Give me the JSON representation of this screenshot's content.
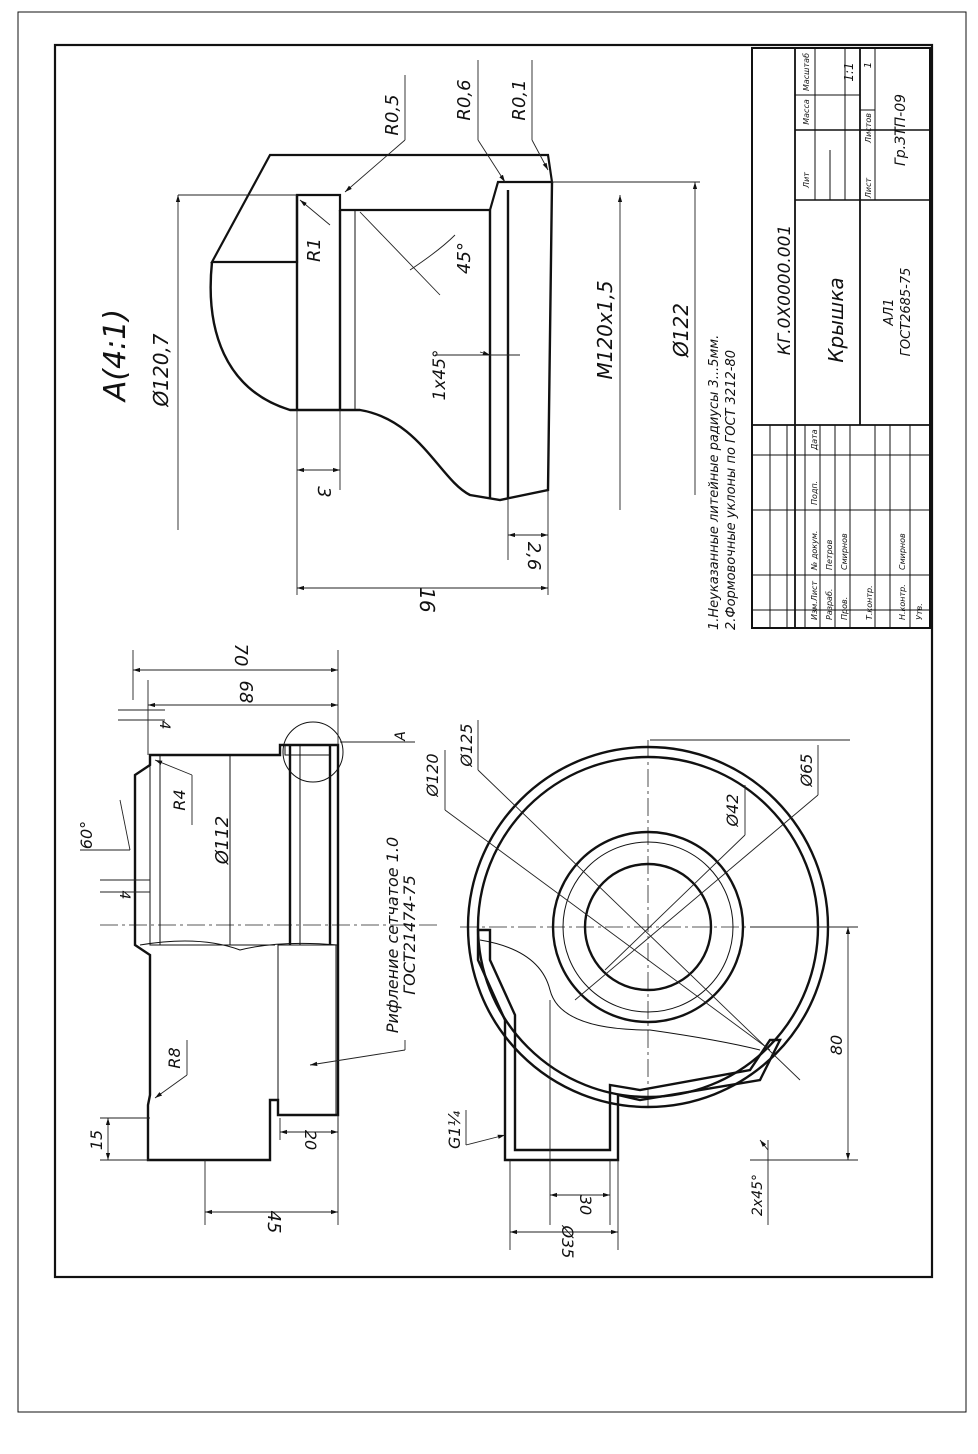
{
  "detail_view": {
    "label": "A(4:1)",
    "radii": [
      "R0,5",
      "R0,6",
      "R0,1",
      "R1"
    ],
    "angle": "45°",
    "chamfer": "1x45°",
    "thread": "M120x1,5",
    "dia_outer": "Ø122",
    "dia_inner": "Ø120,7",
    "dim_3": "3",
    "dim_2_6": "2,6",
    "dim_16": "16"
  },
  "notes": [
    "1.Неуказанные литейные радиусы 3...5мм.",
    "2.Формовочные уклоны по ГОСТ 3212-80"
  ],
  "title_block": {
    "designation": "КГ.0Х0000.001",
    "name": "Крышка",
    "material_line1": "АЛ1",
    "material_line2": "ГОСТ2685-75",
    "group": "Гр.ЗТП-09",
    "scale": "1:1",
    "sheets": "1",
    "col_lit": "Лит",
    "col_mass": "Масса",
    "col_scale": "Масштаб",
    "col_sheet": "Лист",
    "col_sheets": "Листов",
    "rows": {
      "izm": "Изм.Лист",
      "ndoc": "№ докум.",
      "podp": "Подп.",
      "data": "Дата",
      "razrab": "Разраб.",
      "prov": "Пров.",
      "tkontr": "Т.контр.",
      "nkontr": "Н.контр.",
      "utv": "Утв.",
      "petrov": "Петров",
      "smirnov1": "Смирнов",
      "smirnov2": "Смирнов"
    }
  },
  "front_view": {
    "dim_70": "70",
    "dim_68": "68",
    "dim_4a": "4",
    "dim_4b": "4",
    "angle_60": "60°",
    "r4": "R4",
    "d112": "Ø112",
    "r8": "R8",
    "dim_15": "15",
    "dim_20": "20",
    "dim_45": "45",
    "leader_a": "А",
    "knurl1": "Рифление сетчатое 1.0",
    "knurl2": "ГОСТ21474-75"
  },
  "side_view": {
    "d120": "Ø120",
    "d125": "Ø125",
    "d42": "Ø42",
    "d65": "Ø65",
    "dim_80": "80",
    "g": "G1¼",
    "dim_30": "30",
    "d35": "Ø35",
    "chamfer": "2x45°"
  }
}
